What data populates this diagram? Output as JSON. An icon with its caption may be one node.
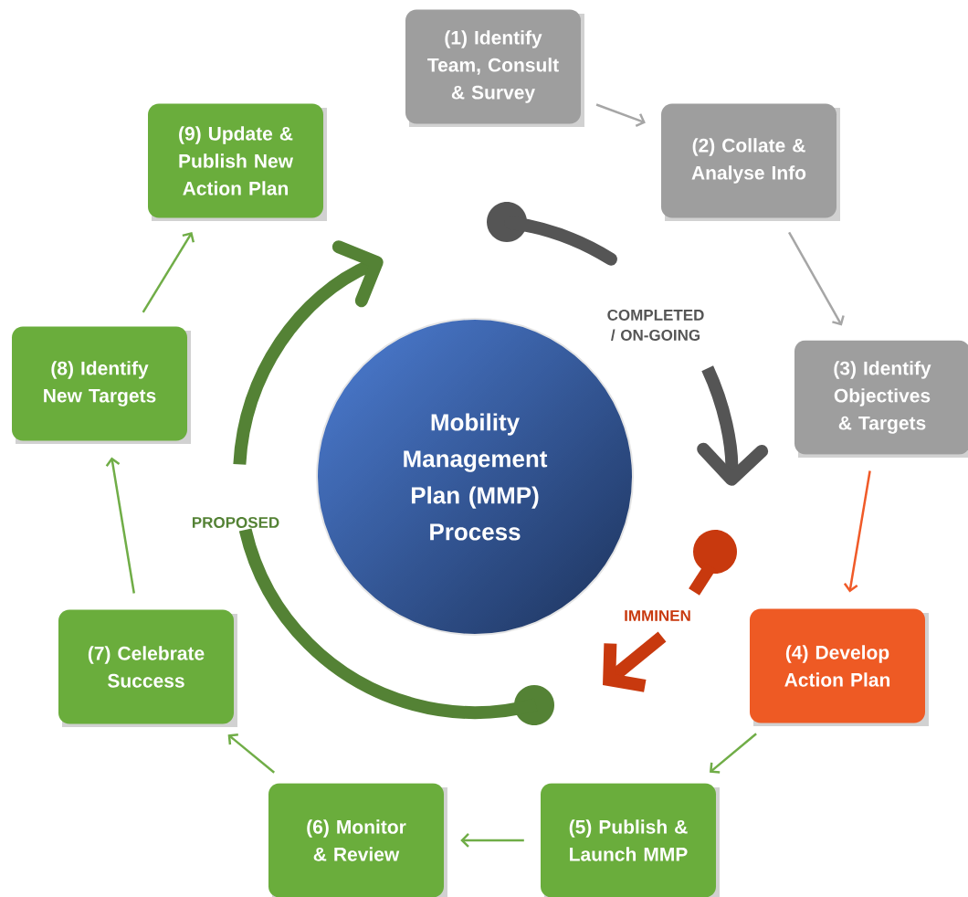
{
  "diagram": {
    "nodes": [
      {
        "text": [
          "(1) Identify Team, Consult & Survey"
        ]
      },
      {
        "text": [
          "(2) Collate & Analyse Info"
        ]
      },
      {
        "text": [
          "(3) Identify Objectives & Targets"
        ]
      },
      {
        "text": [
          "(4) Develop Action Plan"
        ]
      },
      {
        "text": [
          "(5) Publish & Launch MMP"
        ]
      },
      {
        "text": [
          "(6) Monitor & Review"
        ]
      },
      {
        "text": [
          "(7) Celebrate Success"
        ]
      },
      {
        "text": [
          "(8) Identify New Targets"
        ]
      },
      {
        "text": [
          "(9) Update & Publish New Action Plan"
        ]
      },
      {
        "text": [
          "Mobility Management Plan (MMP) Process"
        ]
      }
    ],
    "edges": [
      {
        "from": 0,
        "to": 1,
        "arrow": "to",
        "color": "#a6a6a6"
      },
      {
        "from": 1,
        "to": 2,
        "arrow": "to",
        "color": "#a6a6a6"
      },
      {
        "from": 2,
        "to": 3,
        "arrow": "to",
        "color": "#f05a28"
      },
      {
        "from": 3,
        "to": 4,
        "arrow": "to"
      },
      {
        "from": 4,
        "to": 5,
        "arrow": "to"
      },
      {
        "from": 5,
        "to": 6,
        "arrow": "to"
      },
      {
        "from": 6,
        "to": 7,
        "arrow": "to"
      },
      {
        "from": 7,
        "to": 8,
        "arrow": "to"
      }
    ],
    "labels": [
      "COMPLETED / ON-GOING",
      "PROPOSED",
      "IMMINEN"
    ]
  }
}
